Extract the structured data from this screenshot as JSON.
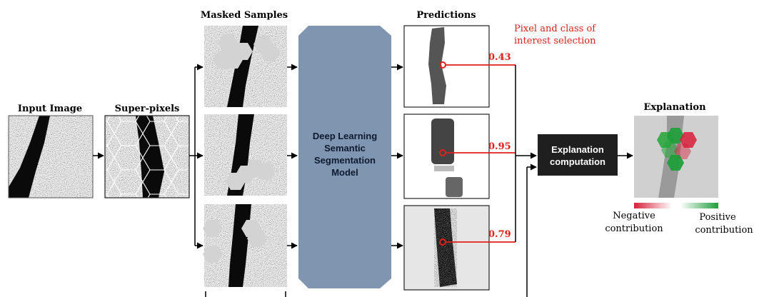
{
  "labels": {
    "input_image": "Input Image",
    "super_pixels": "Super-pixels",
    "masked_samples": "Masked Samples",
    "predictions": "Predictions",
    "explanation": "Explanation",
    "pixel_selection_line1": "Pixel and class of",
    "pixel_selection_line2": "interest selection",
    "model_line1": "Deep Learning",
    "model_line2": "Semantic",
    "model_line3": "Segmentation",
    "model_line4": "Model",
    "computation_line1": "Explanation",
    "computation_line2": "computation",
    "negative_line1": "Negative",
    "negative_line2": "contribution",
    "positive_line1": "Positive",
    "positive_line2": "contribution"
  },
  "predictions": [
    {
      "value": "0.43"
    },
    {
      "value": "0.95"
    },
    {
      "value": "0.79"
    }
  ],
  "colors": {
    "model_fill": "#7f95b0",
    "computation_fill": "#1f1f1f",
    "highlight_red": "#e0201b",
    "positive_green": "#1e9e3a",
    "negative_red": "#d8203a"
  }
}
